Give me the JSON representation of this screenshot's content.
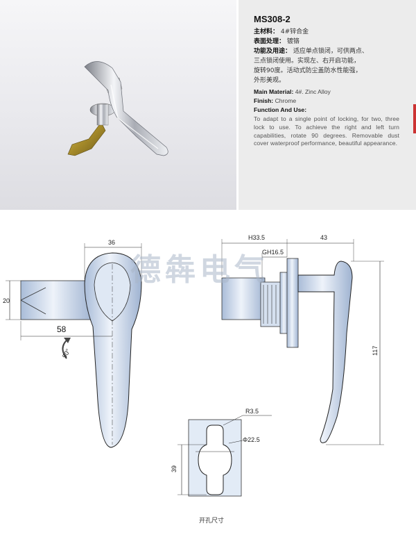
{
  "spec": {
    "model": "MS308-2",
    "cn_material_label": "主材料：",
    "cn_material_value": "4#锌合金",
    "cn_finish_label": "表面处理：",
    "cn_finish_value": "镀铬",
    "cn_function_label": "功能及用途：",
    "cn_function_line1": "适应单点锁闭，可供两点、",
    "cn_function_line2": "三点锁闭使用。实现左、右开启功能，",
    "cn_function_line3": "旋转90度。活动式防尘盖防水性能强，",
    "cn_function_line4": "外形美观。",
    "en_material_label": "Main Material:",
    "en_material_value": "4#. Zinc Alloy",
    "en_finish_label": "Finish:",
    "en_finish_value": "Chrome",
    "en_function_label": "Function And Use:",
    "en_function_text": "To adapt to a single point of locking, for two, three lock to use. To achieve the right and left turn capabilities, rotate 90 degrees. Removable dust cover waterproof performance, beautiful appearance."
  },
  "watermark": "德犇电气",
  "dimensions": {
    "front_width": "36",
    "front_height": "20",
    "front_length": "58",
    "rotation": "90°",
    "side_h": "H33.5",
    "side_gh": "GH16.5",
    "side_43": "43",
    "side_117": "117",
    "cutout_r": "R3.5",
    "cutout_phi": "Φ22.5",
    "cutout_39": "39"
  },
  "caption": "开孔尺寸",
  "colors": {
    "accent": "#cc3333",
    "metal": "#c9d6e8"
  }
}
